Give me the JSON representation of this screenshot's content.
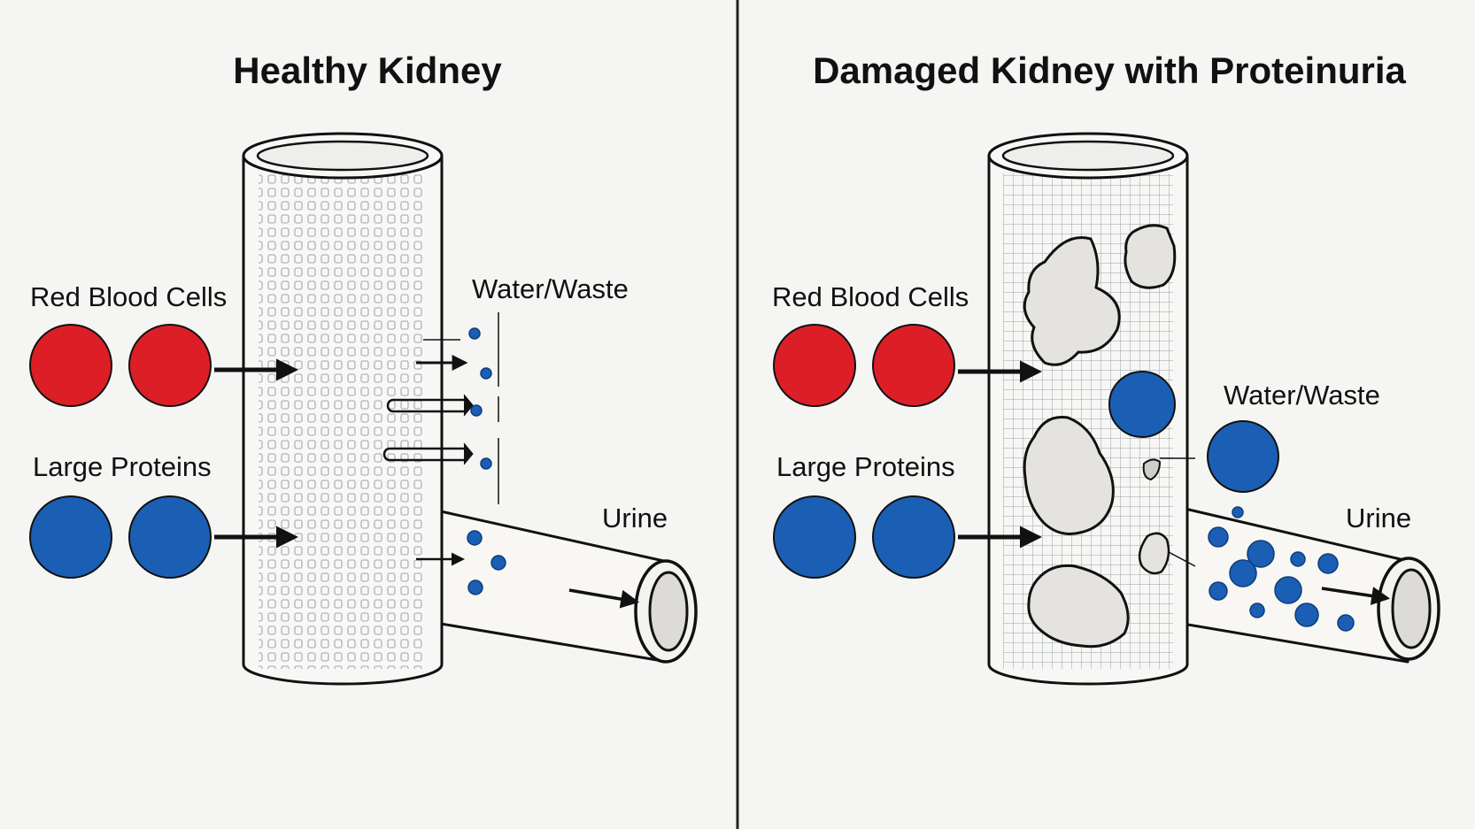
{
  "panels": {
    "left": {
      "title": "Healthy Kidney",
      "labels": {
        "red_blood_cells": "Red Blood Cells",
        "large_proteins": "Large Proteins",
        "water_waste": "Water/Waste",
        "urine": "Urine"
      }
    },
    "right": {
      "title": "Damaged Kidney with Proteinuria",
      "labels": {
        "red_blood_cells": "Red Blood Cells",
        "large_proteins": "Large Proteins",
        "water_waste": "Water/Waste",
        "urine": "Urine"
      }
    }
  },
  "colors": {
    "red_cell": "#dc1f26",
    "protein": "#1a5fb4",
    "outline": "#111111",
    "background": "#f5f5f3",
    "damage_fill": "#e4e3df"
  }
}
